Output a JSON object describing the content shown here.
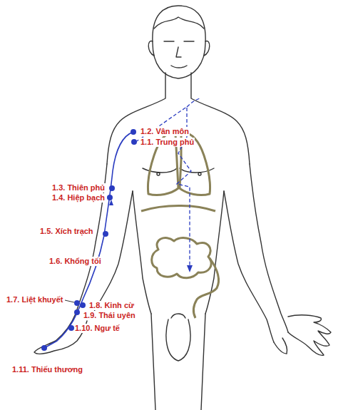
{
  "diagram": {
    "labels": [
      "1.2. Vân môn",
      "1.1. Trung phủ",
      "1.3. Thiên phủ",
      "1.4. Hiệp bạch",
      "1.5. Xích trạch",
      "1.6. Khổng tối",
      "1.7. Liệt khuyết",
      "1.8. Kinh cừ",
      "1.9. Thái uyên",
      "1.10. Ngư tế",
      "1.11. Thiếu thương"
    ]
  }
}
